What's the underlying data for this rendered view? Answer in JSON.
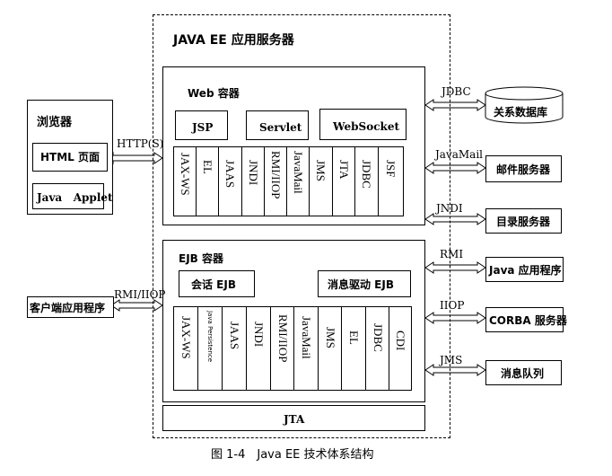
{
  "server_title": "JAVA EE 应用服务器",
  "web_container": {
    "title": "Web 容器",
    "components": [
      "JSP",
      "Servlet",
      "WebSocket"
    ],
    "apis": [
      "JAX-WS",
      "EL",
      "JAAS",
      "JNDI",
      "RMI/IIOP",
      "JavaMail",
      "JMS",
      "JTA",
      "JDBC",
      "JSF"
    ]
  },
  "ejb_container": {
    "title": "EJB 容器",
    "components": [
      "会话 EJB",
      "消息驱动 EJB"
    ],
    "apis": [
      "JAX-WS",
      "Java Persistence",
      "JAAS",
      "JNDI",
      "RMI/IIOP",
      "JavaMail",
      "JMS",
      "EL",
      "JDBC",
      "CDI"
    ]
  },
  "jta_bar": "JTA",
  "browser": {
    "title": "浏览器",
    "items": [
      "HTML 页面",
      "Java   Applet"
    ]
  },
  "client_app": "客户端应用程序",
  "left_protocols": [
    "HTTP(S)",
    "RMI/IIOP"
  ],
  "right_protocols": [
    "JDBC",
    "JavaMail",
    "JNDI",
    "RMI",
    "IIOP",
    "JMS"
  ],
  "external_systems": [
    "关系数据库",
    "邮件服务器",
    "目录服务器",
    "Java 应用程序",
    "CORBA 服务器",
    "消息队列"
  ],
  "caption": "图 1-4　Java EE 技术体系结构"
}
